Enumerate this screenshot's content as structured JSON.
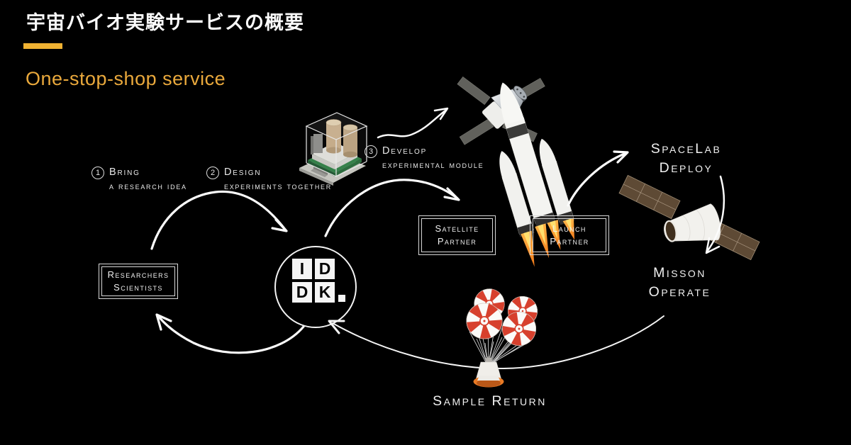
{
  "slide": {
    "title": "宇宙バイオ実験サービスの概要",
    "subtitle": "One-stop-shop service"
  },
  "colors": {
    "background": "#000000",
    "accent_bar": "#F0B232",
    "subtitle_text": "#EAA93C",
    "diagram_text": "#EFEFEF",
    "parachute_red": "#D7402D",
    "flame_orange": "#F08A1D",
    "capsule_ring_orange": "#E87A25",
    "pcb_green": "#2E7C44"
  },
  "flow": {
    "steps": [
      {
        "number": "1",
        "title": "Bring",
        "subtitle": "a research idea"
      },
      {
        "number": "2",
        "title": "Design",
        "subtitle": "experiments together"
      },
      {
        "number": "3",
        "title": "Develop",
        "subtitle": "experimental module"
      }
    ],
    "boxes": {
      "researchers": {
        "line1": "Researchers",
        "line2": "Scientists"
      },
      "satellite_partner": {
        "line1": "Satellite",
        "line2": "Partner"
      },
      "launch_partner": {
        "line1": "Launch",
        "line2": "Partner"
      }
    },
    "labels": {
      "spacelab_deploy": {
        "line1": "SpaceLab",
        "line2": "Deploy"
      },
      "mission_operate": {
        "line1": "Misson",
        "line2": "Operate"
      },
      "sample_return": "Sample Return"
    },
    "logo": {
      "letters": [
        "I",
        "D",
        "D",
        "K"
      ],
      "dot": "."
    },
    "illustrations": [
      "experimental-module",
      "orion-spacecraft",
      "rocket",
      "satellite",
      "sample-return-capsule"
    ]
  }
}
